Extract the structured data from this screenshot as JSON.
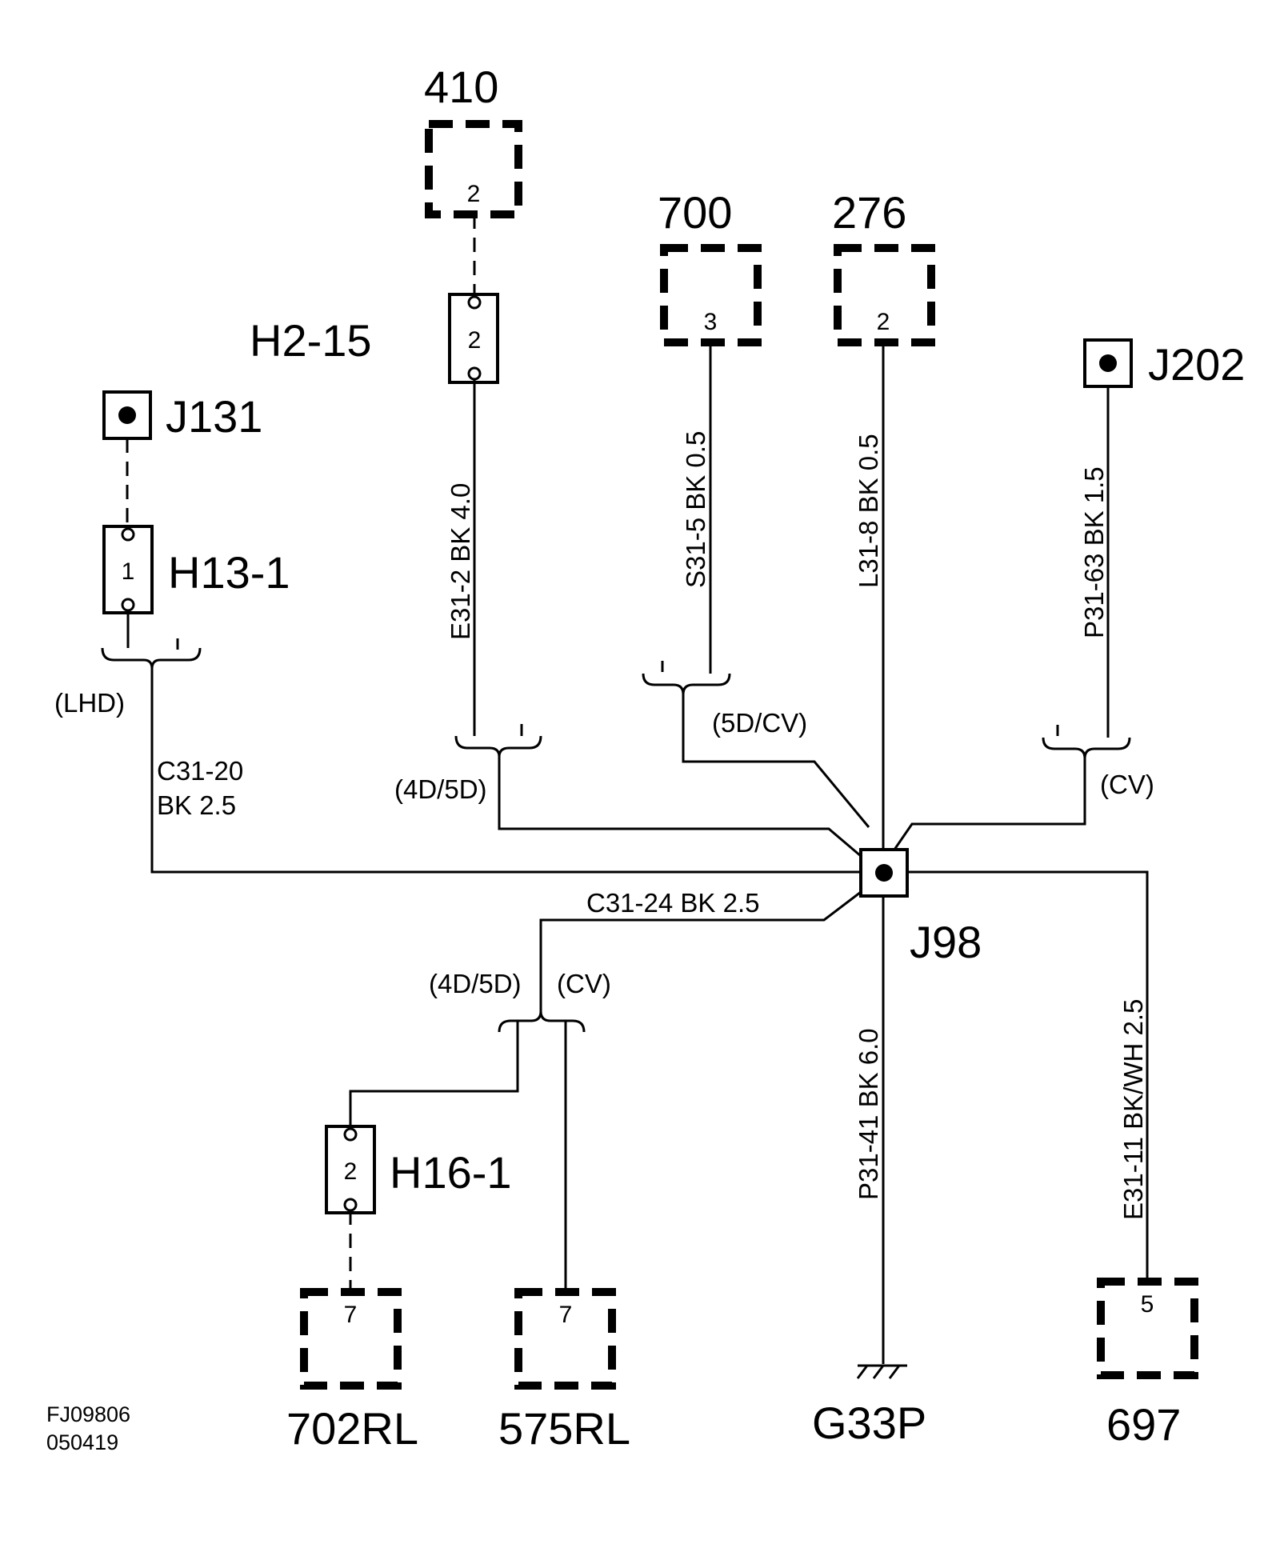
{
  "components": {
    "c410": "410",
    "c700": "700",
    "c276": "276",
    "c702RL": "702RL",
    "c575RL": "575RL",
    "c697": "697"
  },
  "pins": {
    "c410": "2",
    "c700": "3",
    "c276": "2",
    "c702RL": "7",
    "c575RL": "7",
    "c697": "5",
    "h2_15": "2",
    "h13_1": "1",
    "h16_1": "2"
  },
  "inline_connectors": {
    "h2_15": "H2-15",
    "h13_1": "H13-1",
    "h16_1": "H16-1"
  },
  "splices": {
    "j131": "J131",
    "j202": "J202",
    "j98": "J98"
  },
  "ground": "G33P",
  "wires": {
    "e31_2": "E31-2  BK  4.0",
    "s31_5": "S31-5  BK  0.5",
    "l31_8": "L31-8  BK  0.5",
    "p31_63": "P31-63  BK  1.5",
    "c31_20_a": "C31-20",
    "c31_20_b": "BK  2.5",
    "c31_24": "C31-24  BK  2.5",
    "p31_41": "P31-41  BK  6.0",
    "e31_11": "E31-11  BK/WH    2.5"
  },
  "options": {
    "lhd": "(LHD)",
    "d4d5_top": "(4D/5D)",
    "d5dcv": "(5D/CV)",
    "cv_right": "(CV)",
    "d4d5_bottom": "(4D/5D)",
    "cv_bottom": "(CV)"
  },
  "footer": {
    "code": "FJ09806",
    "date": "050419"
  }
}
